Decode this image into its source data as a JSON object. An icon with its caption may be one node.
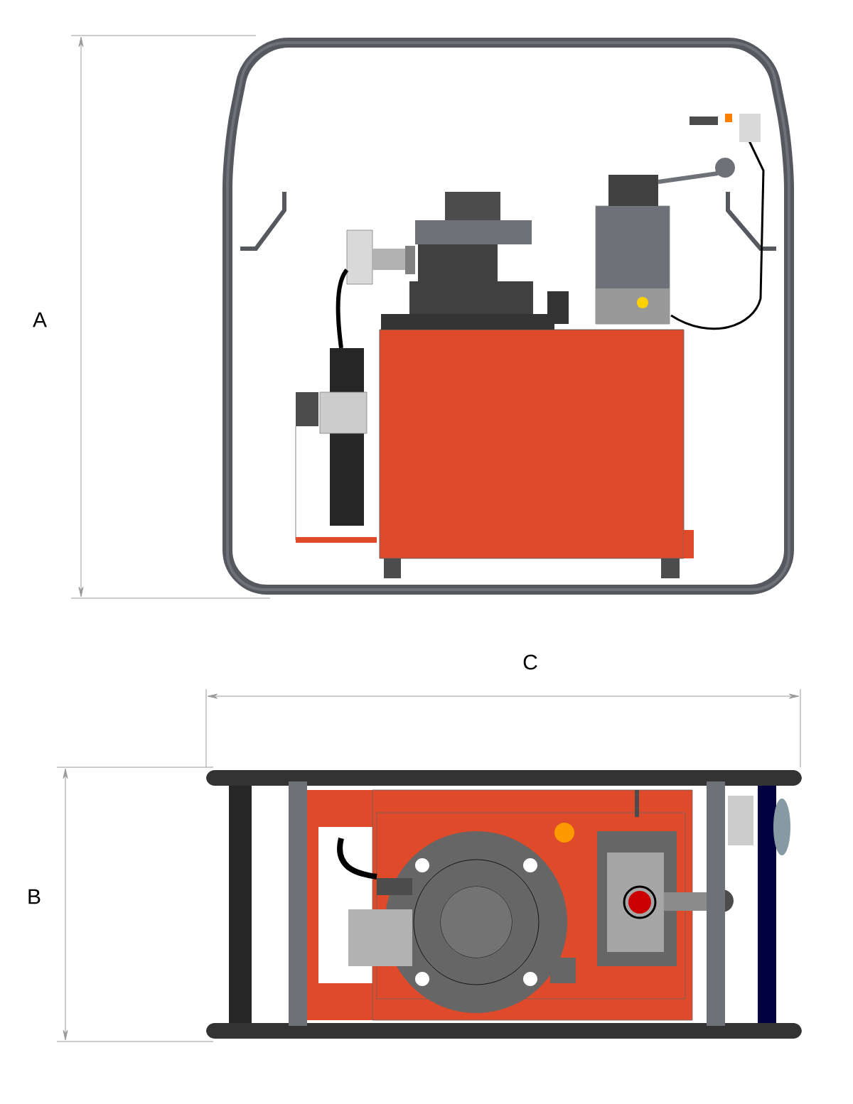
{
  "diagram": {
    "labels": [
      "A",
      "C",
      "B"
    ]
  }
}
